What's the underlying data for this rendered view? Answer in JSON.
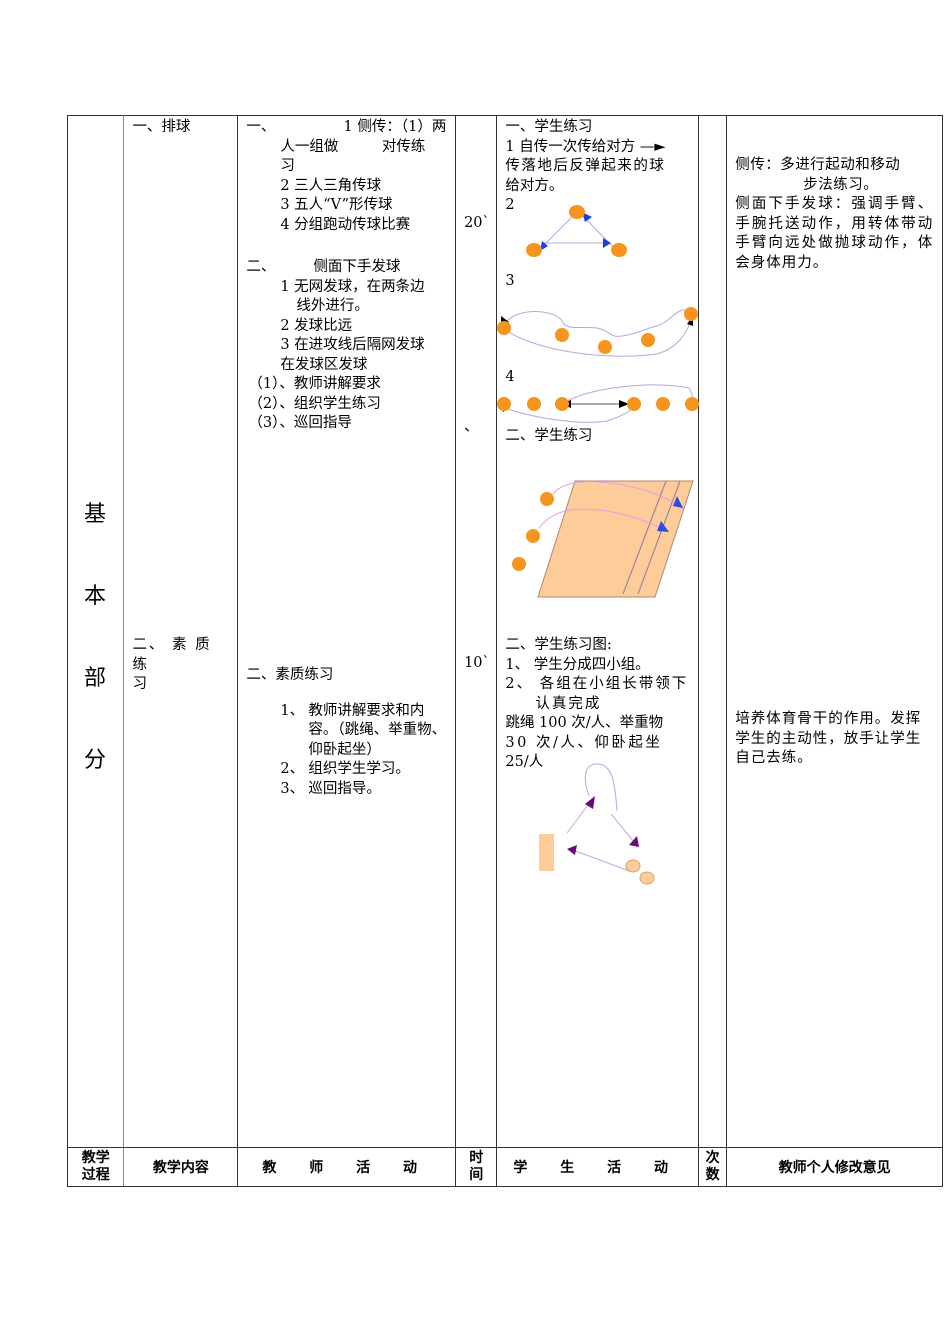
{
  "stage": {
    "label_chars": [
      "基",
      "本",
      "部",
      "分"
    ]
  },
  "content": {
    "item1": "一、排球",
    "item2_line1": "二、 素 质 练",
    "item2_line2": "习"
  },
  "teacher": {
    "section1": {
      "head_num": "一、",
      "head_text": "1 侧传：（1）两",
      "lines": [
        "人一组做　　　对传练",
        "习",
        "2 三人三角传球",
        "3 五人“V”形传球",
        "4 分组跑动传球比赛"
      ]
    },
    "section2": {
      "head_num": "二、",
      "head_text": "侧面下手发球",
      "lines": [
        "1 无网发球，在两条边",
        "线外进行。",
        "2 发球比远",
        "3 在进攻线后隔网发球",
        "在发球区发球"
      ],
      "steps": [
        "（1）、教师讲解要求",
        "（2）、组织学生练习",
        "（3）、巡回指导"
      ]
    },
    "section3": {
      "head": "二、素质练习",
      "items": [
        {
          "num": "1、",
          "text": "教师讲解要求和内容。（跳绳、举重物、仰卧起坐）"
        },
        {
          "num": "2、",
          "text": "组织学生学习。"
        },
        {
          "num": "3、",
          "text": "巡回指导。"
        }
      ]
    }
  },
  "time": {
    "t1": "20`",
    "mark": "、",
    "t2": "10`"
  },
  "student": {
    "s1_head": "一、学生练习",
    "s1_line1": "1 自传一次传给对方 —►",
    "s1_line2": "传落地后反弹起来的球",
    "s1_line3": "给对方。",
    "d2_label": "2",
    "d3_label": "3",
    "d4_label": "4",
    "s2_head": "二、学生练习",
    "s3_head": "二、学生练习图:",
    "s3_items": [
      "1、 学生分成四小组。",
      "2、 各组在小组长带领下认真完成"
    ],
    "s3_line1": "跳绳 100 次/人、举重物",
    "s3_line2": "30 次/人、仰卧起坐",
    "s3_line3": "25/人"
  },
  "notes": {
    "n1_line1": "侧传：多进行起动和移动",
    "n1_line2": "步法练习。",
    "n2": "侧面下手发球：强调手臂、手腕托送动作，用转体带动手臂向远处做抛球动作，体会身体用力。",
    "n3": "培养体育骨干的作用。发挥学生的主动性，放手让学生自己去练。"
  },
  "footer": {
    "process_l1": "教学",
    "process_l2": "过程",
    "content": "教学内容",
    "teacher": "教 师 活 动",
    "time_l1": "时",
    "time_l2": "间",
    "student": "学 生 活 动",
    "count_l1": "次",
    "count_l2": "数",
    "notes": "教师个人修改意见"
  },
  "colors": {
    "ball": "#f7941d",
    "court": "#fdcc99",
    "blue_arrow": "#1f3fe0",
    "purple_arrow": "#6a0a7a",
    "path_line": "#b3a8e0",
    "pink_line": "#ee99ee"
  }
}
